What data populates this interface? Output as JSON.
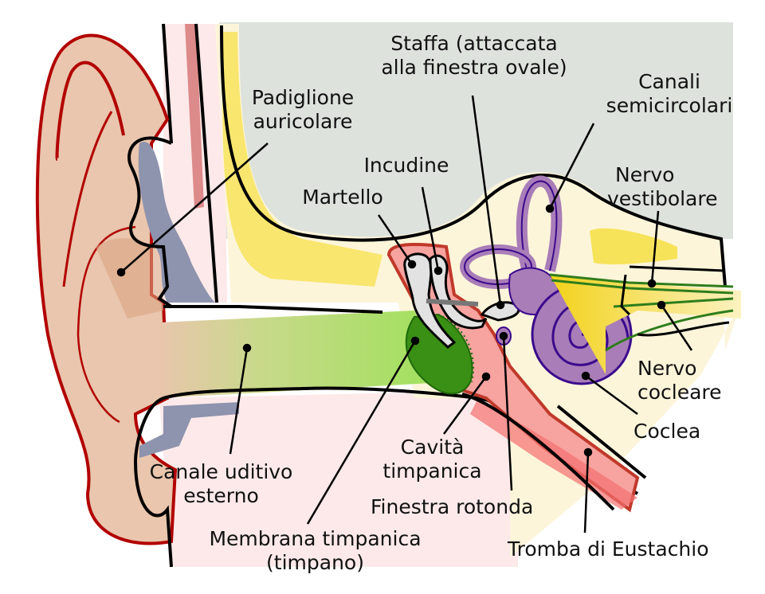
{
  "title": "Anatomia dell'orecchio",
  "colors": {
    "skull_grey": "#dde2dd",
    "bone_cream": "#fdf5da",
    "bone_yellow": "#f7e35a",
    "skin_pink": "#fde9e9",
    "pinna_skin": "#e9c6ad",
    "pinna_shadow": "#dba381",
    "pinna_outline": "#b20000",
    "cartilage_blue": "#8e93ae",
    "canal_green": "#9ee15a",
    "eardrum_green": "#3a8f15",
    "middle_ear_red": "#f7a3a0",
    "labyrinth_purple": "#a97db8",
    "labyrinth_outline": "#3b0a8c",
    "nerve_green": "#2e7d1c",
    "ossicle_grey": "#e2e2e2"
  },
  "labels": {
    "staffa": [
      "Staffa (attaccata",
      "alla finestra ovale)"
    ],
    "canali_semicircolari": [
      "Canali",
      "semicircolari"
    ],
    "padiglione_auricolare": [
      "Padiglione",
      "auricolare"
    ],
    "incudine": [
      "Incudine"
    ],
    "martello": [
      "Martello"
    ],
    "nervo_vestibolare": [
      "Nervo",
      "vestibolare"
    ],
    "nervo_cocleare": [
      "Nervo",
      "cocleare"
    ],
    "coclea": [
      "Coclea"
    ],
    "canale_uditivo_esterno": [
      "Canale uditivo",
      "esterno"
    ],
    "cavita_timpanica": [
      "Cavità",
      "timpanica"
    ],
    "finestra_rotonda": [
      "Finestra rotonda"
    ],
    "membrana_timpanica": [
      "Membrana timpanica",
      "(timpano)"
    ],
    "tromba_di_eustachio": [
      "Tromba di Eustachio"
    ]
  }
}
